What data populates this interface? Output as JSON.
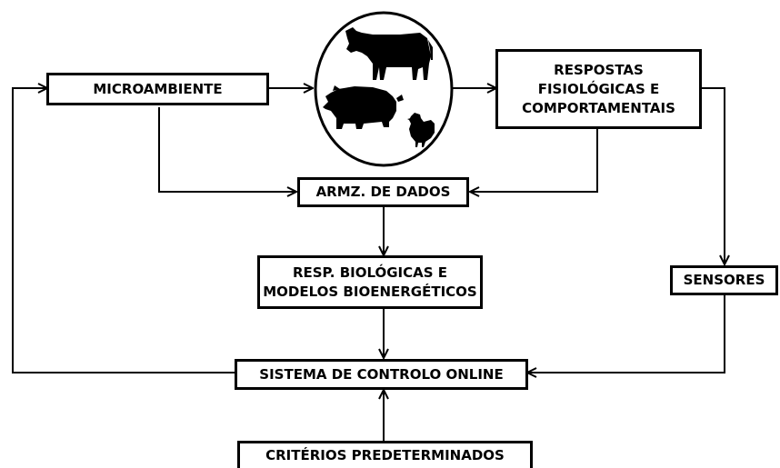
{
  "nodes": {
    "microambiente": "MICROAMBIENTE",
    "respostas": "RESPOSTAS\nFISIOLÓGICAS E\nCOMPORTAMENTAIS",
    "armazenamento": "ARMZ. DE DADOS",
    "modelos": "RESP. BIOLÓGICAS E\nMODELOS BIOENERGÉTICOS",
    "sensores": "SENSORES",
    "controlo": "SISTEMA DE CONTROLO ONLINE",
    "criterios": "CRITÉRIOS PREDETERMINADOS"
  },
  "animals": [
    "cow",
    "pig",
    "chicken"
  ]
}
